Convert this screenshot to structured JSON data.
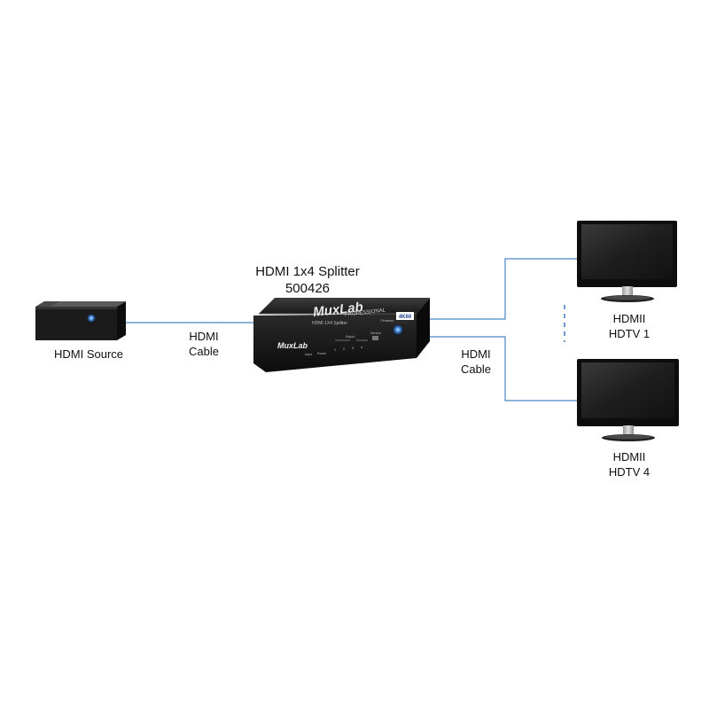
{
  "splitter": {
    "title": "HDMI 1x4 Splitter",
    "model": "500426",
    "brand": "MuxLab",
    "brand_sub": "PROFESSIONAL",
    "panel_text": "HDMI 1X4 Splitter",
    "badge": "4K60",
    "front_labels": [
      "Input",
      "Power",
      "Output",
      "Service",
      "Firmware"
    ],
    "port_numbers": [
      "1",
      "2",
      "3",
      "4"
    ]
  },
  "source": {
    "label": "HDMI Source"
  },
  "cables": [
    {
      "line1": "HDMI",
      "line2": "Cable"
    },
    {
      "line1": "HDMI",
      "line2": "Cable"
    }
  ],
  "displays": [
    {
      "line1": "HDMII",
      "line2": "HDTV 1"
    },
    {
      "line1": "HDMII",
      "line2": "HDTV 4"
    }
  ],
  "colors": {
    "cable": "#4a86c6",
    "device": "#1c1c1c",
    "screen": "#262626",
    "led": "#2f6fd6"
  }
}
